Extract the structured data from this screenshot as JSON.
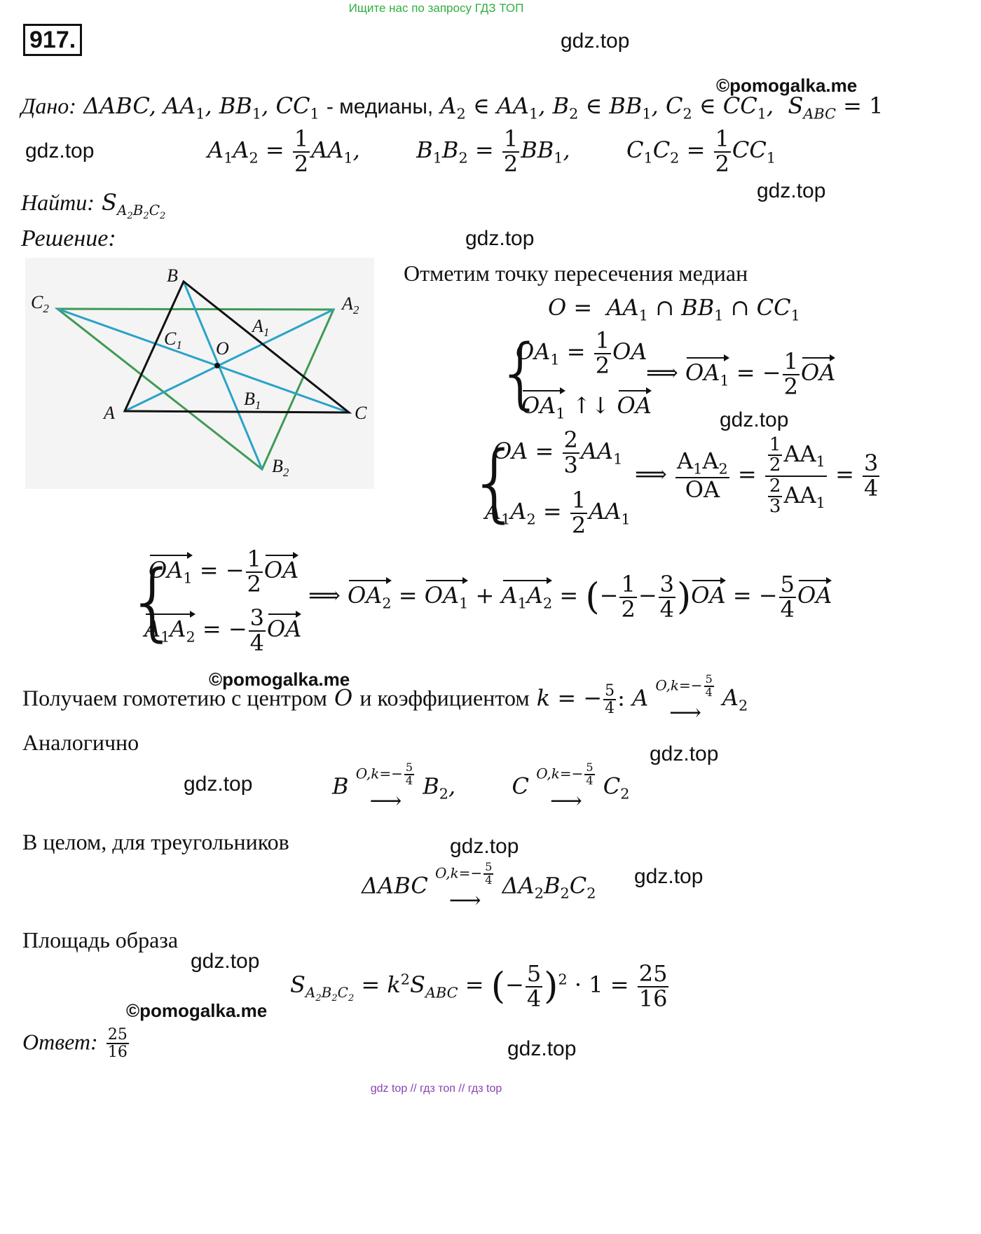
{
  "header": {
    "top_link": "Ищите нас по запросу ГДЗ ТОП",
    "number": "917.",
    "watermark": "gdz.top",
    "copyright": "©pomogalka.me"
  },
  "given": {
    "label": "Дано",
    "text": "ΔABC, AA₁, BB₁, CC₁ - медианы, A₂ ∈ AA₁, B₂ ∈ BB₁, C₂ ∈ CC₁, S_ABC = 1",
    "medianas": "- медианы,",
    "s_value": "1",
    "ratios": [
      "A₁A₂ = ½AA₁,",
      "B₁B₂ = ½BB₁,",
      "C₁C₂ = ½CC₁"
    ]
  },
  "find": {
    "label": "Найти",
    "target": "S"
  },
  "solution": {
    "label": "Решение",
    "intro": "Отметим точку пересечения медиан",
    "intersection": "O = AA₁ ∩ BB₁ ∩ CC₁",
    "homothety_text": "Получаем гомотетию с центром",
    "homothety_text2": "и коэффициентом",
    "similarly": "Аналогично",
    "in_general": "В целом, для треугольников",
    "image_area": "Площадь образа",
    "answer_label": "Ответ",
    "answer_num": "25",
    "answer_den": "16"
  },
  "figure": {
    "labels": [
      "B",
      "C₂",
      "A₂",
      "C₁",
      "O",
      "A₁",
      "B₁",
      "A",
      "C",
      "B₂"
    ],
    "colors": {
      "triangle": "#111111",
      "medians": "#2aa3c8",
      "image": "#3f9a55"
    }
  },
  "footer": {
    "links": [
      "gdz top",
      "гдз топ",
      "гдз top"
    ],
    "separator": "//"
  }
}
